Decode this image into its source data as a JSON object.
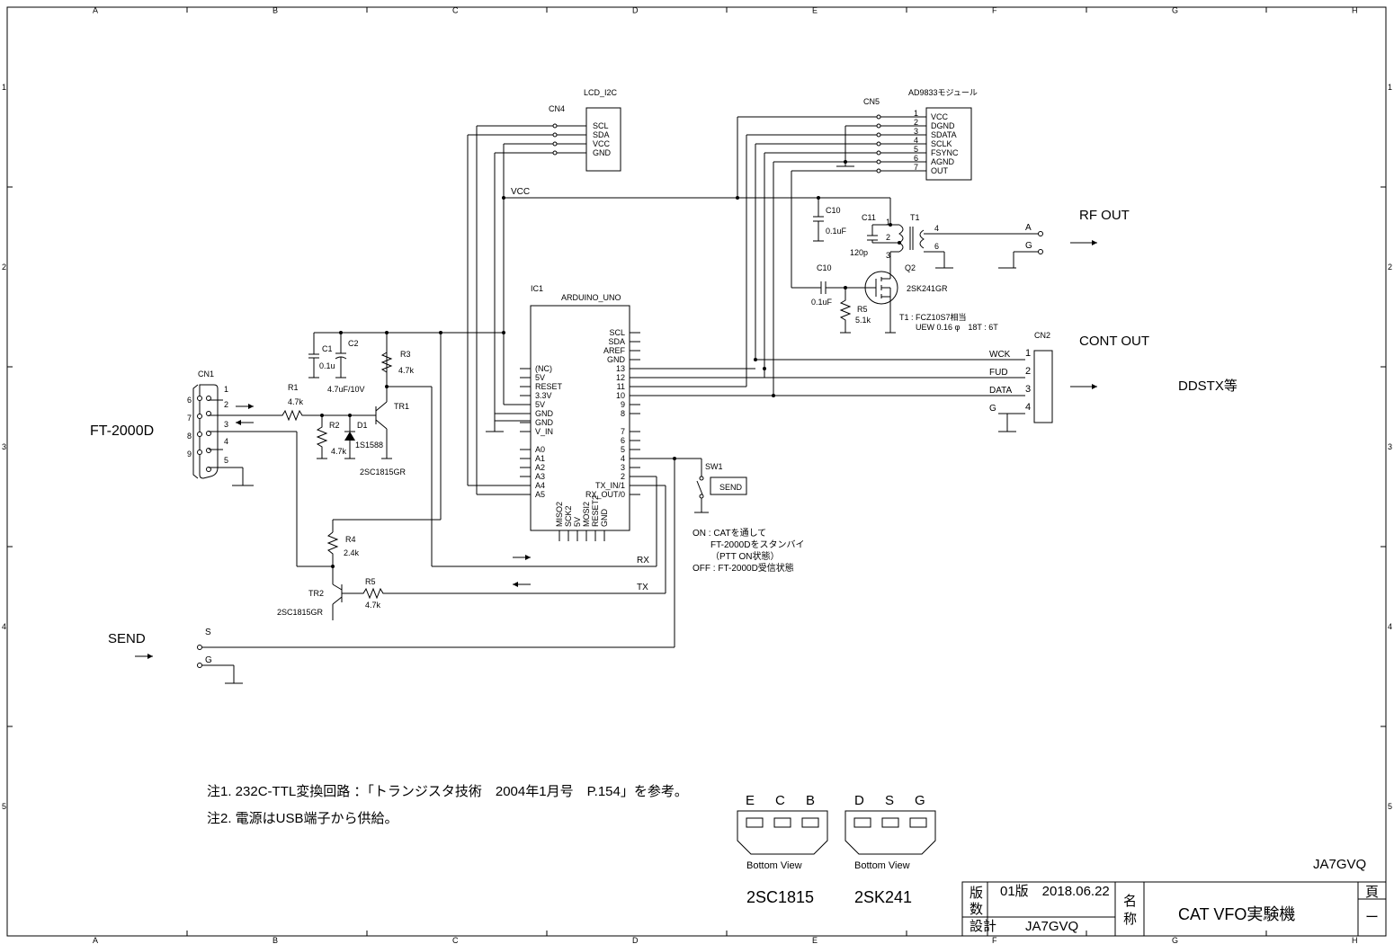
{
  "frame": {
    "col_labels": [
      "A",
      "B",
      "C",
      "D",
      "E",
      "F",
      "G",
      "H"
    ],
    "row_labels": [
      "1",
      "2",
      "3",
      "4",
      "5"
    ]
  },
  "labels": {
    "ft2000d": "FT-2000D",
    "send_left": "SEND",
    "rf_out": "RF OUT",
    "cont_out": "CONT OUT",
    "ddstx": "DDSTX等",
    "vcc": "VCC",
    "rx": "RX",
    "tx": "TX",
    "a": "A",
    "g": "G",
    "s": "S",
    "g2": "G",
    "sw1_button": "SEND"
  },
  "components": {
    "cn1": "CN1",
    "cn2": "CN2",
    "cn4": "CN4",
    "cn5": "CN5",
    "ic1": "IC1",
    "arduino": "ARDUINO_UNO",
    "lcd": "LCD_I2C",
    "ad9833": "AD9833モジュール",
    "r1": "R1",
    "r1v": "4.7k",
    "r2": "R2",
    "r2v": "4.7k",
    "r3": "R3",
    "r3v": "4.7k",
    "r4": "R4",
    "r4v": "2.4k",
    "r5a": "R5",
    "r5av": "4.7k",
    "r5b": "R5",
    "r5bv": "5.1k",
    "c1": "C1",
    "c1v": "0.1u",
    "c2": "C2",
    "c2v": "4.7uF/10V",
    "c10a": "C10",
    "c10av": "0.1uF",
    "c10b": "C10",
    "c10bv": "0.1uF",
    "c11": "C11",
    "c11v": "120p",
    "d1": "D1",
    "d1v": "1S1588",
    "tr1": "TR1",
    "tr1v": "2SC1815GR",
    "tr2": "TR2",
    "tr2v": "2SC1815GR",
    "q2": "Q2",
    "q2v": "2SK241GR",
    "t1": "T1",
    "sw1": "SW1",
    "t1_note1": "T1 : FCZ10S7相当",
    "t1_note2": "UEW 0.16 φ　18T : 6T"
  },
  "cn1_pins": [
    "6",
    "7",
    "8",
    "9",
    "1",
    "2",
    "3",
    "4",
    "5"
  ],
  "lcd_pins": [
    "SCL",
    "SDA",
    "VCC",
    "GND"
  ],
  "ad_pins": [
    "VCC",
    "DGND",
    "SDATA",
    "SCLK",
    "FSYNC",
    "AGND",
    "OUT"
  ],
  "ad_pin_nums": [
    "1",
    "2",
    "3",
    "4",
    "5",
    "6",
    "7"
  ],
  "arduino_left": [
    "(NC)",
    "5V",
    "RESET",
    "3.3V",
    "5V",
    "GND",
    "GND",
    "V_IN",
    "",
    "A0",
    "A1",
    "A2",
    "A3",
    "A4",
    "A5"
  ],
  "arduino_right": [
    "SCL",
    "SDA",
    "AREF",
    "GND",
    "13",
    "12",
    "11",
    "10",
    "9",
    "8",
    "",
    "7",
    "6",
    "5",
    "4",
    "3",
    "2",
    "TX_IN/1",
    "RX_OUT/0"
  ],
  "arduino_bottom": [
    "MISO2",
    "SCK2",
    "5V",
    "MOSI2",
    "RESET2",
    "GND"
  ],
  "cn2_pins": [
    {
      "num": "1",
      "name": "WCK"
    },
    {
      "num": "2",
      "name": "FUD"
    },
    {
      "num": "3",
      "name": "DATA"
    },
    {
      "num": "4",
      "name": "G"
    }
  ],
  "t1_pins": [
    "1",
    "2",
    "3",
    "4",
    "6"
  ],
  "sw_note": [
    "ON : CATを通して",
    "FT-2000Dをスタンバイ",
    "（PTT ON状態）",
    "OFF : FT-2000D受信状態"
  ],
  "notes": [
    "注1.  232C-TTL変換回路  ：「トランジスタ技術　2004年1月号　P.154」を参考。",
    "注2.  電源はUSB端子から供給。"
  ],
  "packages": [
    {
      "pins": [
        "E",
        "C",
        "B"
      ],
      "view": "Bottom View",
      "part": "2SC1815"
    },
    {
      "pins": [
        "D",
        "S",
        "G"
      ],
      "view": "Bottom View",
      "part": "2SK241"
    }
  ],
  "author": "JA7GVQ",
  "title_block": {
    "version_label": "版数",
    "version": "01版　2018.06.22",
    "design_label": "設計",
    "designer": "JA7GVQ",
    "name_label": "名称",
    "name": "CAT VFO実験機",
    "page_label": "頁",
    "page": "ー"
  }
}
